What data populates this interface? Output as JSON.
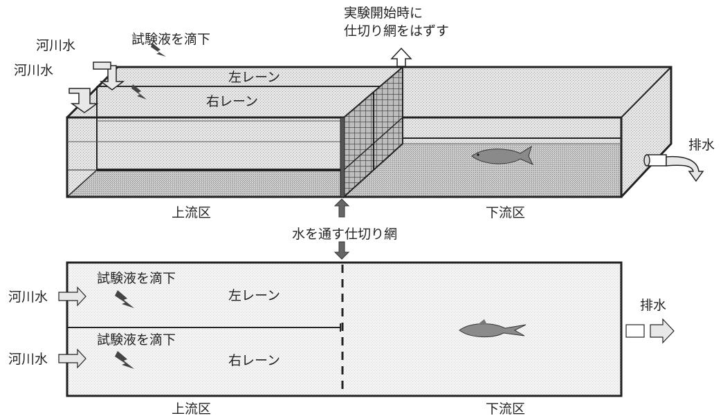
{
  "top": {
    "release_note_line1": "実験開始時に",
    "release_note_line2": "仕切り網をはずす",
    "river_water_1": "河川水",
    "river_water_2": "河川水",
    "test_solution": "試験液を滴下",
    "left_lane": "左レーン",
    "right_lane": "右レーン",
    "drain": "排水",
    "upstream": "上流区",
    "downstream": "下流区",
    "net_label": "水を通す仕切り網"
  },
  "bottom": {
    "river_water_left": "河川水",
    "river_water_right": "河川水",
    "test_solution_left": "試験液を滴下",
    "test_solution_right": "試験液を滴下",
    "left_lane": "左レーン",
    "right_lane": "右レーン",
    "drain": "排水",
    "upstream": "上流区",
    "downstream": "下流区"
  },
  "colors": {
    "line": "#222222",
    "stipple": "#d4d4d4",
    "floor": "#c8c8c8",
    "arrow_fill": "#e8e8e8",
    "fish": "#8a8a8a"
  }
}
